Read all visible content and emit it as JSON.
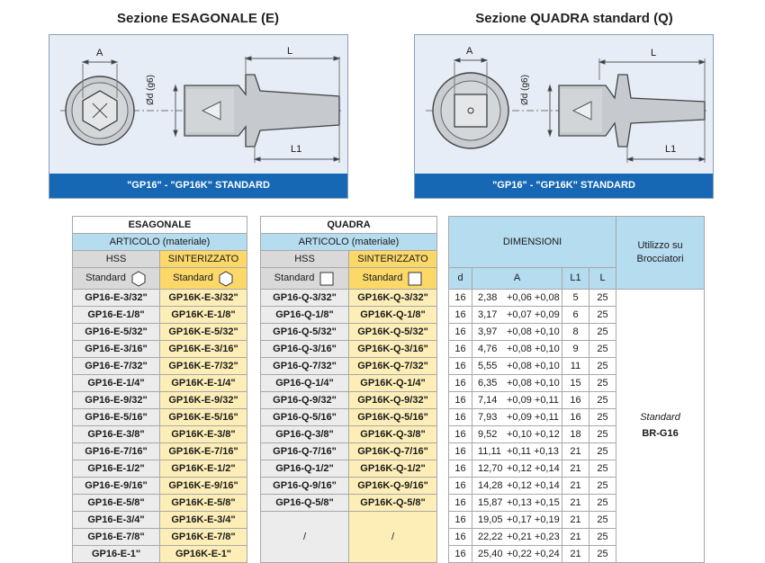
{
  "titles": {
    "left": "Sezione ESAGONALE (E)",
    "right": "Sezione QUADRA standard (Q)"
  },
  "drawings": {
    "left": {
      "band": "\"GP16\" - \"GP16K\" STANDARD",
      "label_A": "A",
      "label_L": "L",
      "label_L1": "L1",
      "label_d": "Ød (g6)"
    },
    "right": {
      "band": "\"GP16\" - \"GP16K\" STANDARD",
      "label_A": "A",
      "label_L": "L",
      "label_L1": "L1",
      "label_d": "Ød (g6)"
    }
  },
  "hex_table": {
    "title": "ESAGONALE",
    "articolo": "ARTICOLO (materiale)",
    "col_hss": "HSS",
    "col_sint": "SINTERIZZATO",
    "standard": "Standard",
    "rows": [
      [
        "GP16-E-3/32\"",
        "GP16K-E-3/32\""
      ],
      [
        "GP16-E-1/8\"",
        "GP16K-E-1/8\""
      ],
      [
        "GP16-E-5/32\"",
        "GP16K-E-5/32\""
      ],
      [
        "GP16-E-3/16\"",
        "GP16K-E-3/16\""
      ],
      [
        "GP16-E-7/32\"",
        "GP16K-E-7/32\""
      ],
      [
        "GP16-E-1/4\"",
        "GP16K-E-1/4\""
      ],
      [
        "GP16-E-9/32\"",
        "GP16K-E-9/32\""
      ],
      [
        "GP16-E-5/16\"",
        "GP16K-E-5/16\""
      ],
      [
        "GP16-E-3/8\"",
        "GP16K-E-3/8\""
      ],
      [
        "GP16-E-7/16\"",
        "GP16K-E-7/16\""
      ],
      [
        "GP16-E-1/2\"",
        "GP16K-E-1/2\""
      ],
      [
        "GP16-E-9/16\"",
        "GP16K-E-9/16\""
      ],
      [
        "GP16-E-5/8\"",
        "GP16K-E-5/8\""
      ],
      [
        "GP16-E-3/4\"",
        "GP16K-E-3/4\""
      ],
      [
        "GP16-E-7/8\"",
        "GP16K-E-7/8\""
      ],
      [
        "GP16-E-1\"",
        "GP16K-E-1\""
      ]
    ]
  },
  "quad_table": {
    "title": "QUADRA",
    "articolo": "ARTICOLO (materiale)",
    "col_hss": "HSS",
    "col_sint": "SINTERIZZATO",
    "standard": "Standard",
    "rows": [
      [
        "GP16-Q-3/32\"",
        "GP16K-Q-3/32\""
      ],
      [
        "GP16-Q-1/8\"",
        "GP16K-Q-1/8\""
      ],
      [
        "GP16-Q-5/32\"",
        "GP16K-Q-5/32\""
      ],
      [
        "GP16-Q-3/16\"",
        "GP16K-Q-3/16\""
      ],
      [
        "GP16-Q-7/32\"",
        "GP16K-Q-7/32\""
      ],
      [
        "GP16-Q-1/4\"",
        "GP16K-Q-1/4\""
      ],
      [
        "GP16-Q-9/32\"",
        "GP16K-Q-9/32\""
      ],
      [
        "GP16-Q-5/16\"",
        "GP16K-Q-5/16\""
      ],
      [
        "GP16-Q-3/8\"",
        "GP16K-Q-3/8\""
      ],
      [
        "GP16-Q-7/16\"",
        "GP16K-Q-7/16\""
      ],
      [
        "GP16-Q-1/2\"",
        "GP16K-Q-1/2\""
      ],
      [
        "GP16-Q-9/16\"",
        "GP16K-Q-9/16\""
      ],
      [
        "GP16-Q-5/8\"",
        "GP16K-Q-5/8\""
      ]
    ],
    "empty_mark": "/"
  },
  "dim_table": {
    "title": "DIMENSIONI",
    "utilizzo": "Utilizzo su Brocciatori",
    "col_d": "d",
    "col_A": "A",
    "col_L1": "L1",
    "col_L": "L",
    "usage_label": "Standard",
    "usage_code": "BR-G16",
    "rows": [
      [
        "16",
        "2,38",
        "+0,06 +0,08",
        "5",
        "25"
      ],
      [
        "16",
        "3,17",
        "+0,07 +0,09",
        "6",
        "25"
      ],
      [
        "16",
        "3,97",
        "+0,08 +0,10",
        "8",
        "25"
      ],
      [
        "16",
        "4,76",
        "+0,08 +0,10",
        "9",
        "25"
      ],
      [
        "16",
        "5,55",
        "+0,08 +0,10",
        "11",
        "25"
      ],
      [
        "16",
        "6,35",
        "+0,08 +0,10",
        "15",
        "25"
      ],
      [
        "16",
        "7,14",
        "+0,09 +0,11",
        "16",
        "25"
      ],
      [
        "16",
        "7,93",
        "+0,09 +0,11",
        "16",
        "25"
      ],
      [
        "16",
        "9,52",
        "+0,10 +0,12",
        "18",
        "25"
      ],
      [
        "16",
        "11,11",
        "+0,11 +0,13",
        "21",
        "25"
      ],
      [
        "16",
        "12,70",
        "+0,12 +0,14",
        "21",
        "25"
      ],
      [
        "16",
        "14,28",
        "+0,12 +0,14",
        "21",
        "25"
      ],
      [
        "16",
        "15,87",
        "+0,13 +0,15",
        "21",
        "25"
      ],
      [
        "16",
        "19,05",
        "+0,17 +0,19",
        "21",
        "25"
      ],
      [
        "16",
        "22,22",
        "+0,21 +0,23",
        "21",
        "25"
      ],
      [
        "16",
        "25,40",
        "+0,22 +0,24",
        "21",
        "25"
      ]
    ]
  }
}
